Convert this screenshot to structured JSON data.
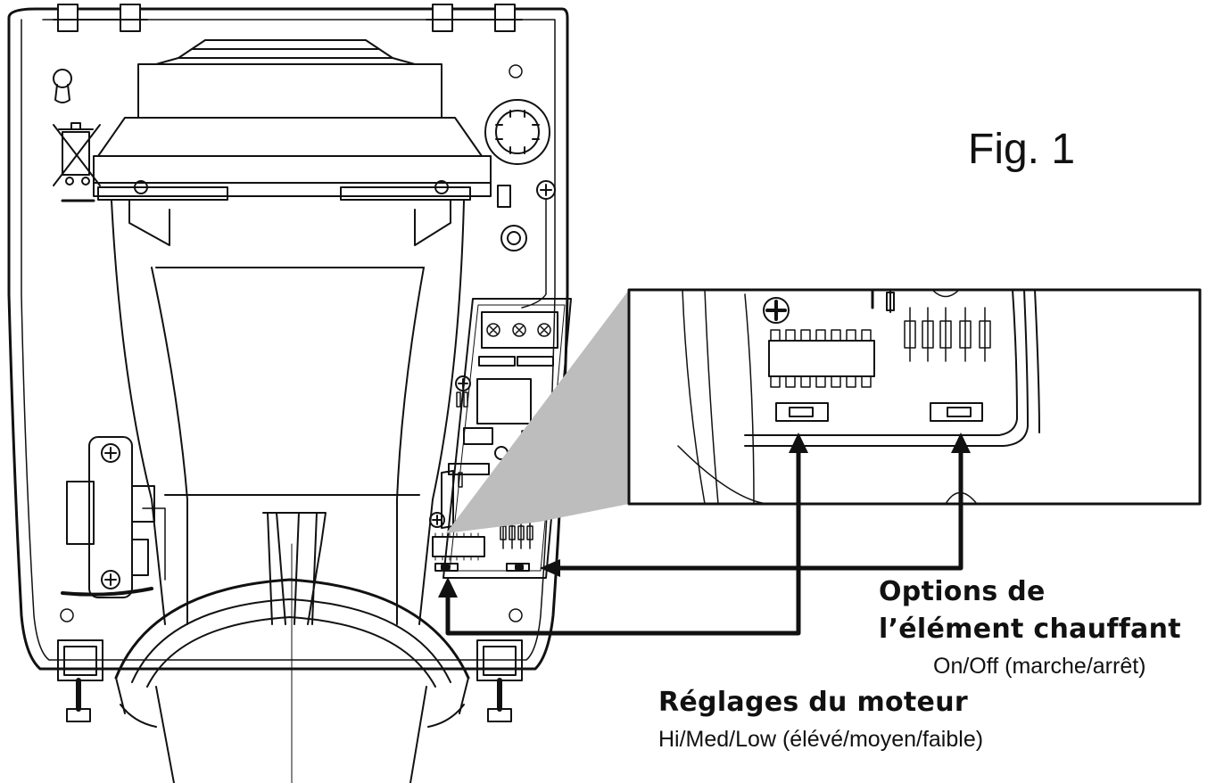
{
  "figure": {
    "label": "Fig. 1"
  },
  "callouts": {
    "heating": {
      "title_line1": "Options de",
      "title_line2": "l’élément chauffant",
      "detail": "On/Off (marche/arrêt)"
    },
    "motor": {
      "title": "Réglages du moteur",
      "detail": "Hi/Med/Low (élévé/moyen/faible)"
    }
  },
  "colors": {
    "line": "#111111",
    "zoom_wedge": "#bdbdbd",
    "background": "#ffffff"
  },
  "icons": [
    "crossed-out-bin-icon",
    "screw-head-icon",
    "keyhole-mount-icon"
  ]
}
